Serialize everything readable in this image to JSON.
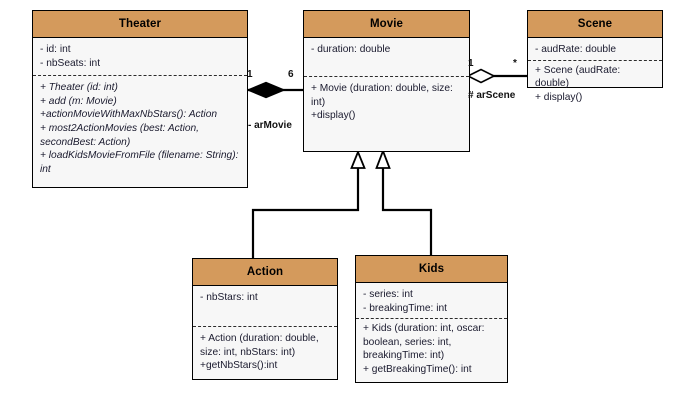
{
  "diagram": {
    "type": "uml-class-diagram",
    "background_color": "#ffffff",
    "header_color": "#d49a5c",
    "body_color": "#f7f7f7",
    "border_color": "#000000"
  },
  "classes": [
    {
      "id": "theater",
      "name": "Theater",
      "attributes": [
        "- id: int",
        "- nbSeats: int"
      ],
      "operations": [
        "+ Theater (id: int)",
        "+ add (m: Movie)",
        "+actionMovieWithMaxNbStars(): Action",
        "+ most2ActionMovies (best: Action, secondBest: Action)",
        " + loadKidsMovieFromFile (filename: String): int"
      ]
    },
    {
      "id": "movie",
      "name": "Movie",
      "attributes": [
        "- duration: double"
      ],
      "operations": [
        "+ Movie (duration: double, size: int)",
        "+display()"
      ]
    },
    {
      "id": "scene",
      "name": "Scene",
      "attributes": [
        "- audRate: double"
      ],
      "operations": [
        "+ Scene (audRate: double)",
        "+ display()"
      ]
    },
    {
      "id": "action",
      "name": "Action",
      "attributes": [
        "- nbStars: int"
      ],
      "operations": [
        "+ Action (duration: double, size: int, nbStars: int)",
        "+getNbStars():int"
      ]
    },
    {
      "id": "kids",
      "name": "Kids",
      "attributes": [
        "- series: int",
        "- breakingTime: int"
      ],
      "operations": [
        "+ Kids (duration: int, oscar: boolean, series: int, breakingTime: int)",
        "+ getBreakingTime(): int"
      ]
    }
  ],
  "relationships": [
    {
      "id": "theater-movie",
      "kind": "composition",
      "from": "Theater",
      "to": "Movie",
      "source_multiplicity": "1",
      "target_multiplicity": "6",
      "role_label": "- arMovie"
    },
    {
      "id": "movie-scene",
      "kind": "aggregation",
      "from": "Movie",
      "to": "Scene",
      "source_multiplicity": "1",
      "target_multiplicity": "*",
      "role_label": "# arScene"
    },
    {
      "id": "action-movie",
      "kind": "generalization",
      "from": "Action",
      "to": "Movie",
      "source_multiplicity": "",
      "target_multiplicity": "",
      "role_label": ""
    },
    {
      "id": "kids-movie",
      "kind": "generalization",
      "from": "Kids",
      "to": "Movie",
      "source_multiplicity": "",
      "target_multiplicity": "",
      "role_label": ""
    }
  ]
}
